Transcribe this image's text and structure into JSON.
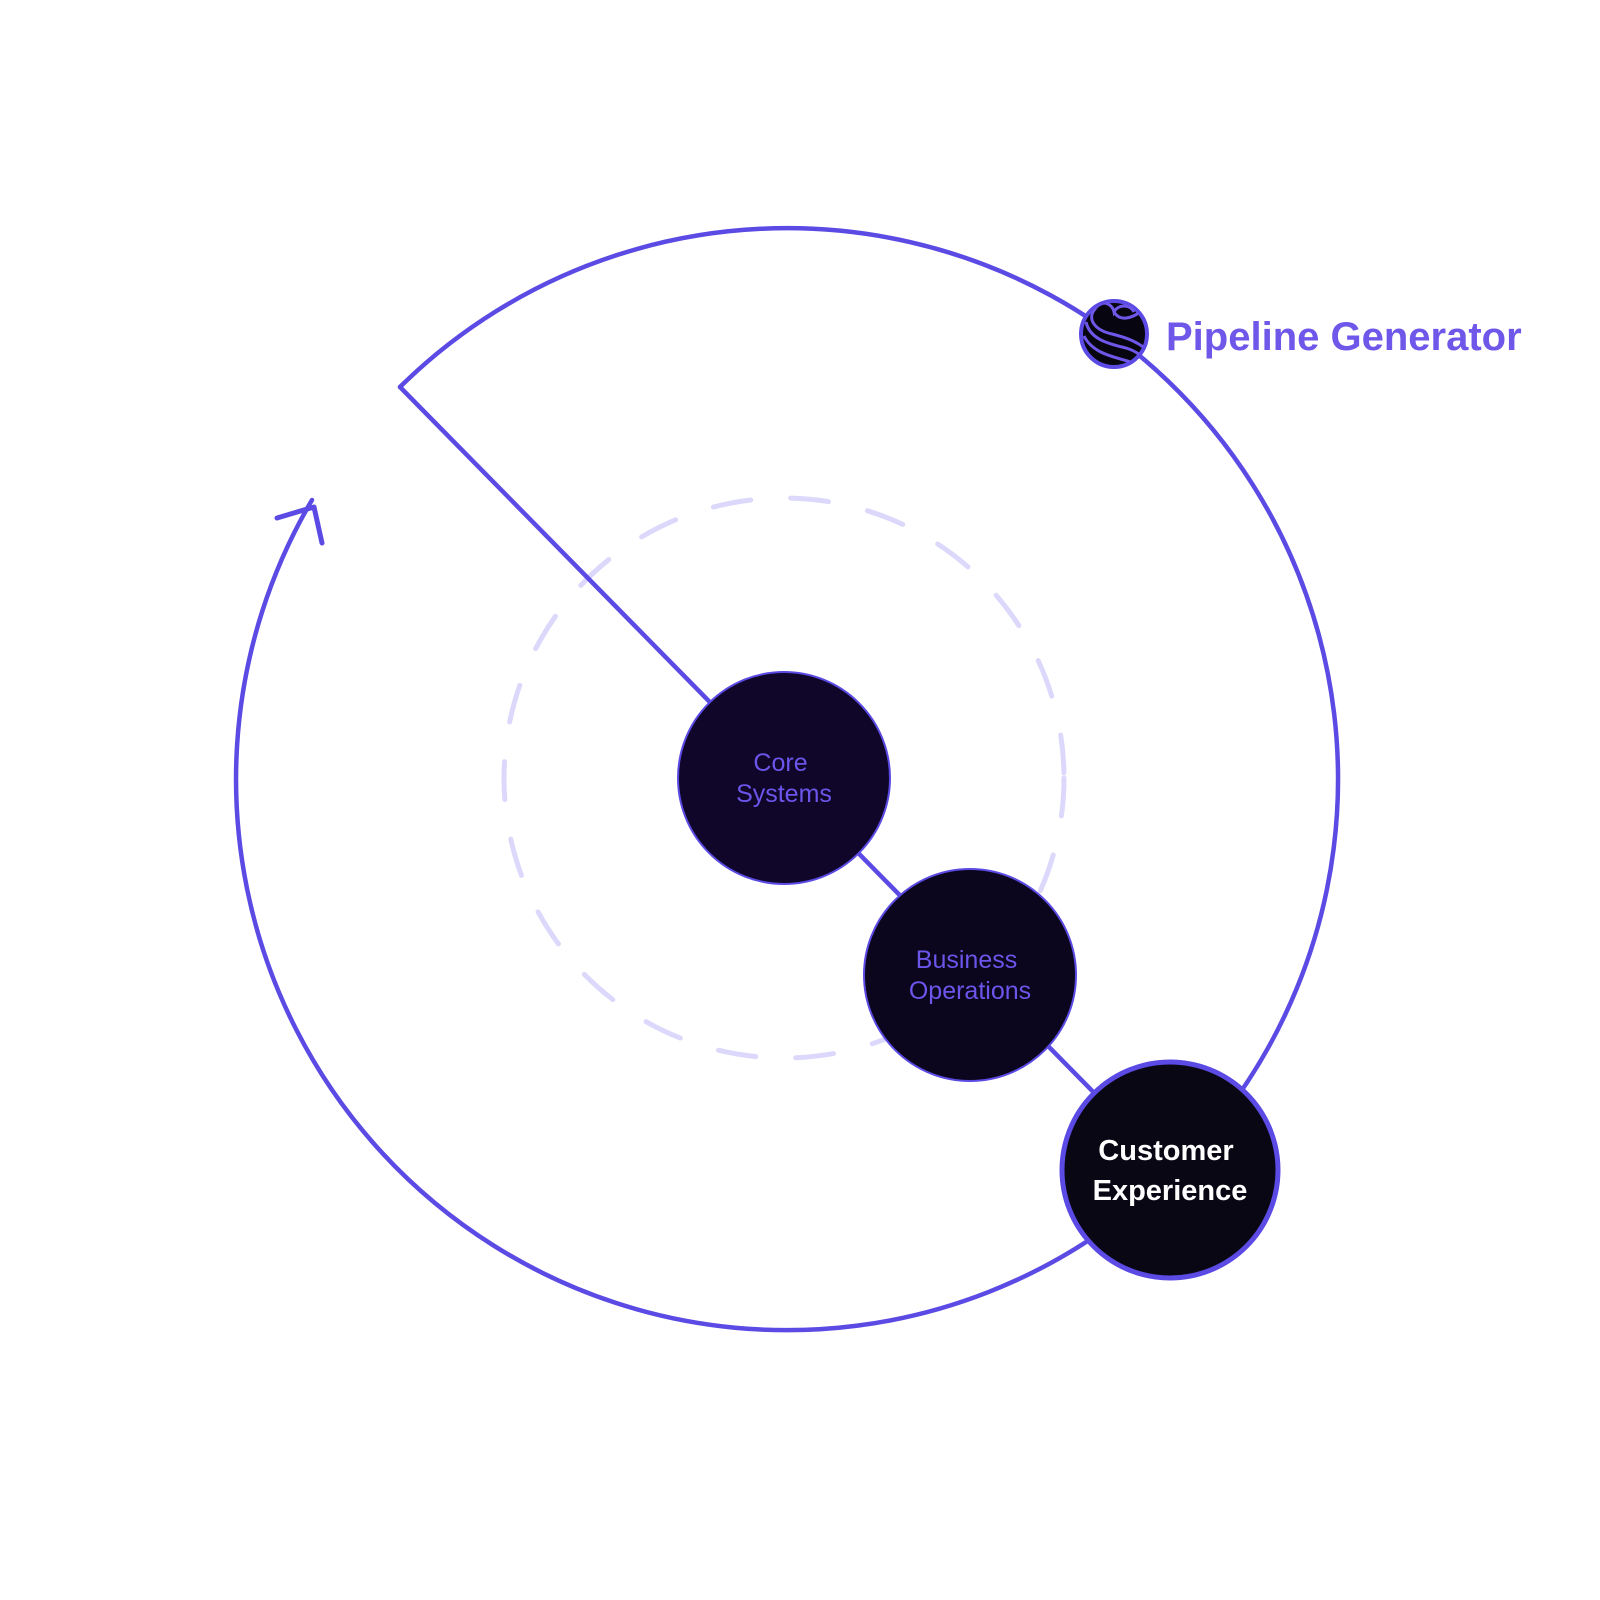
{
  "colors": {
    "accent": "#5b4ae3",
    "dashed_ring": "#dcd8fb",
    "node_fill_core": "#10062a",
    "node_fill_business": "#0b061d",
    "node_fill_customer": "#0a0714",
    "inner_text": "#6b55ea",
    "brand_text": "#6f58e9"
  },
  "nodes": [
    {
      "id": "core-systems",
      "lines": [
        "Core",
        "Systems"
      ]
    },
    {
      "id": "business-operations",
      "lines": [
        "Business",
        "Operations"
      ]
    },
    {
      "id": "customer-experience",
      "lines": [
        "Customer",
        "Experience"
      ]
    }
  ],
  "brand": {
    "label": "Pipeline Generator",
    "icon": "wave-globe-icon"
  },
  "cycle": {
    "icon": "cycle-arrow-icon"
  }
}
